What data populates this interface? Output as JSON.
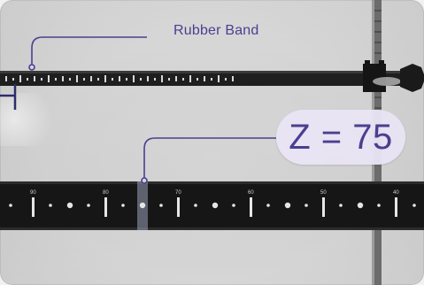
{
  "annotations": {
    "rubber_band_label": "Rubber Band",
    "z_label": "Z = 75"
  },
  "ruler": {
    "tick_labels": [
      "90",
      "80",
      "70",
      "60",
      "50",
      "40"
    ]
  },
  "colors": {
    "annotation": "#4a3f8f",
    "badge_background": "#e8e4f4",
    "instrument_dark": "#1e1e1e"
  }
}
